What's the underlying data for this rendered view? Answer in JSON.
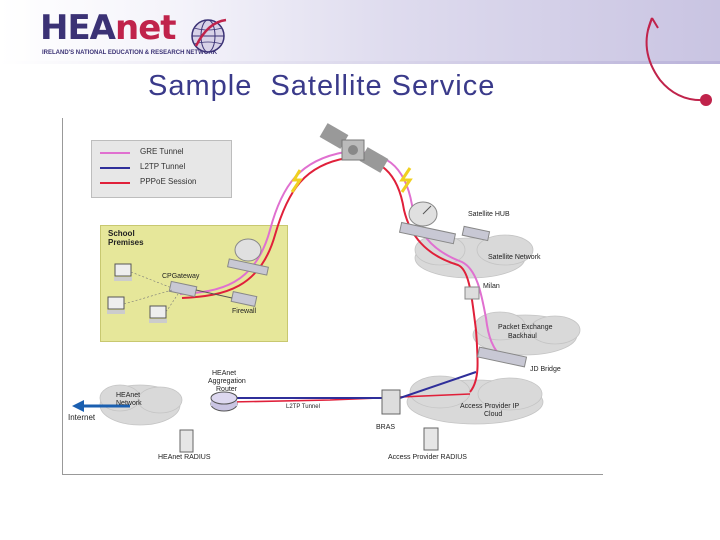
{
  "header": {
    "logo_main": "HEA",
    "logo_accent": "net",
    "logo_subtitle": "IRELAND'S NATIONAL EDUCATION & RESEARCH NETWORK"
  },
  "slide": {
    "title": "Sample  Satellite Service"
  },
  "legend": [
    {
      "label": "GRE Tunnel",
      "color": "#e070d0"
    },
    {
      "label": "L2TP Tunnel",
      "color": "#2f2f9a"
    },
    {
      "label": "PPPoE Session",
      "color": "#e0203a"
    }
  ],
  "diagram": {
    "school_premises": "School Premises",
    "labels": {
      "satellite_hub": "Satellite HUB",
      "satellite_network": "Satellite Network",
      "milan": "Milan",
      "packet_exchange": "Packet Exchange",
      "backhaul": "Backhaul",
      "jd_bridge": "JD Bridge",
      "access_provider_ip": "Access Provider IP",
      "cloud": "Cloud",
      "bras": "BRAS",
      "access_provider_radius": "Access Provider RADIUS",
      "heanet_agg_1": "HEAnet",
      "heanet_agg_2": "Aggregation",
      "heanet_agg_3": "Router",
      "heanet_network_1": "HEAnet",
      "heanet_network_2": "Network",
      "internet": "Internet",
      "heanet_radius": "HEAnet RADIUS",
      "l2tp_tunnel_mid": "L2TP Tunnel",
      "cpe_gateway": "CPGateway",
      "firewall": "Firewall"
    }
  },
  "colors": {
    "gre": "#e070d0",
    "l2tp": "#2f2f9a",
    "pppoe": "#e0203a",
    "title": "#3a3a8a",
    "logo": "#3b3275",
    "logo_accent": "#c0234b",
    "premises_bg": "#e6e79a"
  }
}
